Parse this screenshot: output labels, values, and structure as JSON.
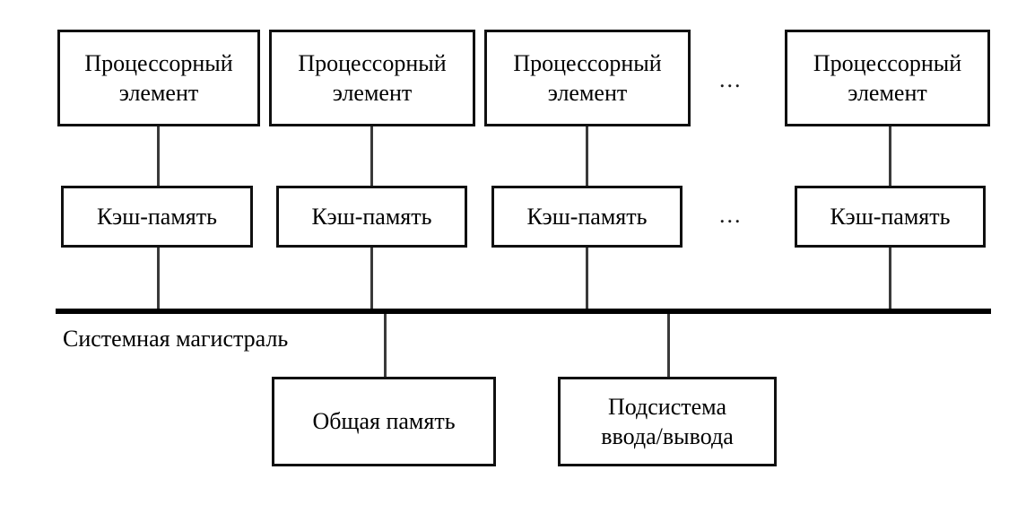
{
  "diagram": {
    "title": "Symmetric multiprocessor block diagram",
    "colors": {
      "box_border": "#101010",
      "connector": "#3a3a3a",
      "bus": "#000000",
      "background": "#ffffff",
      "text": "#000000"
    },
    "processor_elements": [
      {
        "line1": "Процессорный",
        "line2": "элемент"
      },
      {
        "line1": "Процессорный",
        "line2": "элемент"
      },
      {
        "line1": "Процессорный",
        "line2": "элемент"
      },
      {
        "line1": "Процессорный",
        "line2": "элемент"
      }
    ],
    "caches": [
      {
        "label": "Кэш-память"
      },
      {
        "label": "Кэш-память"
      },
      {
        "label": "Кэш-память"
      },
      {
        "label": "Кэш-память"
      }
    ],
    "ellipses": [
      {
        "text": "...",
        "row": "processor-row"
      },
      {
        "text": "...",
        "row": "cache-row"
      }
    ],
    "bus": {
      "label": "Системная магистраль"
    },
    "peripherals": [
      {
        "line1": "Общая память",
        "line2": ""
      },
      {
        "line1": "Подсистема",
        "line2": "ввода/вывода"
      }
    ]
  }
}
